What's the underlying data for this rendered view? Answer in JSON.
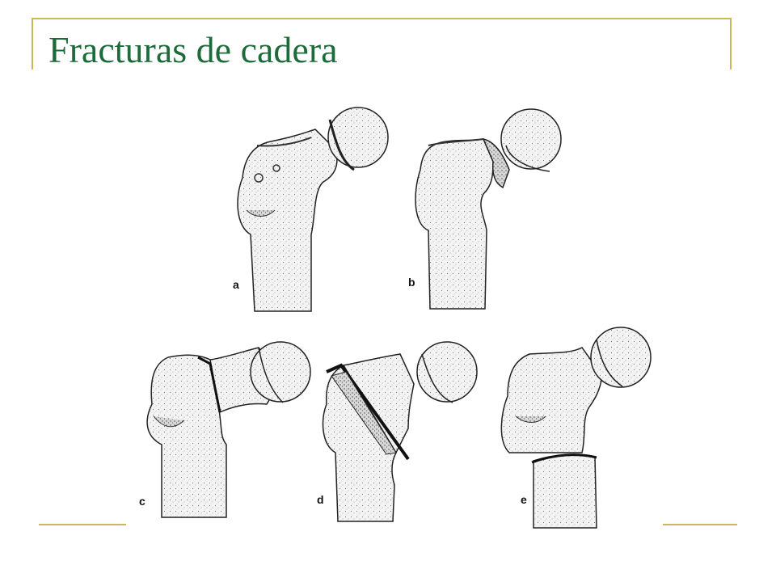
{
  "slide": {
    "title": "Fracturas de cadera"
  },
  "figure": {
    "panels": [
      {
        "label": "a"
      },
      {
        "label": "b"
      },
      {
        "label": "c"
      },
      {
        "label": "d"
      },
      {
        "label": "e"
      }
    ]
  }
}
